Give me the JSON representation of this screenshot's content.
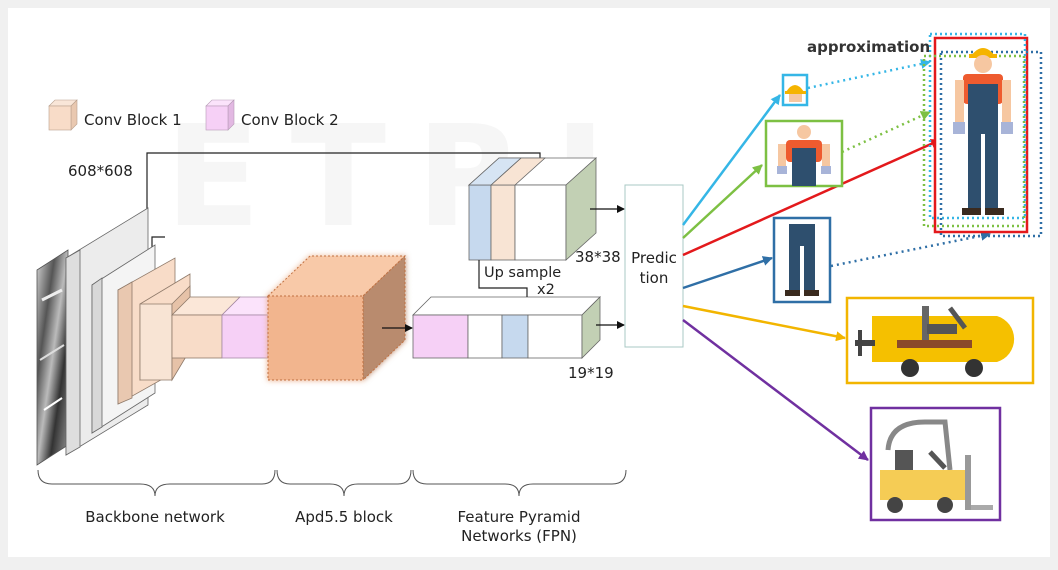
{
  "watermark": "ETRI",
  "legend": {
    "block1": "Conv Block 1",
    "block2": "Conv Block 2"
  },
  "input_size": "608*608",
  "fpn_top_size": "38*38",
  "fpn_bottom_size": "19*19",
  "upsample": {
    "line1": "Up sample",
    "line2": "x2"
  },
  "prediction": {
    "line1": "Predic",
    "line2": "tion"
  },
  "approximation": "approximation",
  "sections": {
    "backbone": "Backbone network",
    "apd": "Apd5.5 block",
    "fpn_line1": "Feature Pyramid",
    "fpn_line2": "Networks (FPN)"
  },
  "colors": {
    "conv1": "#f8dcc8",
    "conv2": "#f6d0f6",
    "apd": "#f2b58e",
    "blue_block": "#c6d9ee",
    "green_block": "#c2d0b4",
    "helmet_arrow": "#35b6e6",
    "upper_arrow": "#7dc043",
    "full_arrow": "#e3191c",
    "lower_arrow": "#2f6fa6",
    "forklift_yellow_arrow": "#f2b500",
    "forklift_purple_arrow": "#7030a0"
  },
  "detected_objects": [
    "helmet-icon",
    "worker-upper-body-icon",
    "worker-legs-icon",
    "forklift-icon",
    "forklift-icon",
    "worker-full-body-icon"
  ]
}
